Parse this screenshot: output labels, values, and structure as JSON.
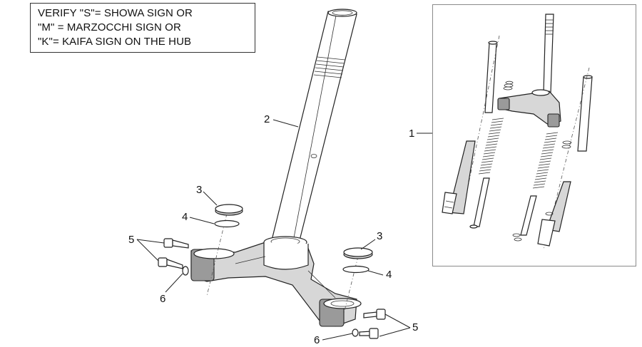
{
  "note": {
    "lines": [
      "VERIFY \"S\"= SHOWA SIGN OR",
      "\"M\" = MARZOCCHI SIGN OR",
      "\"K\"= KAIFA SIGN ON THE HUB"
    ]
  },
  "callouts": {
    "fork_assembly": "1",
    "steering_tube": "2",
    "cap_left": "3",
    "ring_left": "4",
    "screws_left": "5",
    "washer_left": "6",
    "cap_right": "3",
    "ring_right": "4",
    "screws_right": "5",
    "washer_right": "6"
  }
}
